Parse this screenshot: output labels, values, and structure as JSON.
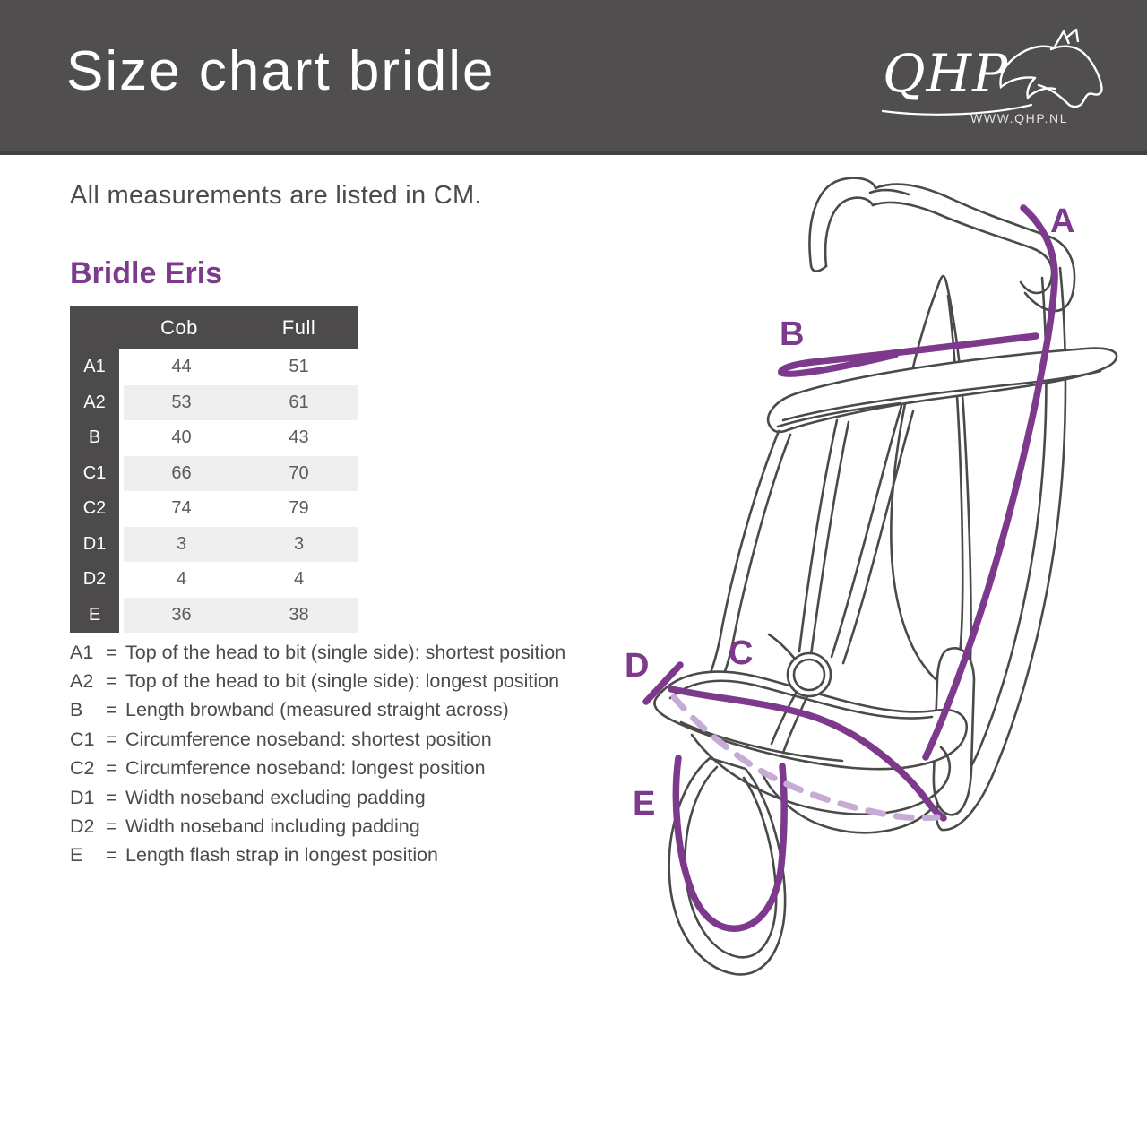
{
  "header": {
    "title": "Size chart bridle",
    "logo": {
      "brand": "QHP",
      "url": "WWW.QHP.NL"
    }
  },
  "intro": "All measurements are listed in CM.",
  "product": {
    "name": "Bridle Eris"
  },
  "table": {
    "columns": [
      "Cob",
      "Full"
    ],
    "rows": [
      {
        "label": "A1",
        "cob": "44",
        "full": "51"
      },
      {
        "label": "A2",
        "cob": "53",
        "full": "61"
      },
      {
        "label": "B",
        "cob": "40",
        "full": "43"
      },
      {
        "label": "C1",
        "cob": "66",
        "full": "70"
      },
      {
        "label": "C2",
        "cob": "74",
        "full": "79"
      },
      {
        "label": "D1",
        "cob": "3",
        "full": "3"
      },
      {
        "label": "D2",
        "cob": "4",
        "full": "4"
      },
      {
        "label": "E",
        "cob": "36",
        "full": "38"
      }
    ]
  },
  "legend": [
    {
      "key": "A1",
      "eq": "=",
      "text": "Top of the head to bit (single side): shortest position"
    },
    {
      "key": "A2",
      "eq": "=",
      "text": "Top of the head to bit (single side): longest position"
    },
    {
      "key": "B",
      "eq": "=",
      "text": "Length browband (measured straight across)"
    },
    {
      "key": "C1",
      "eq": "=",
      "text": "Circumference noseband: shortest position"
    },
    {
      "key": "C2",
      "eq": "=",
      "text": "Circumference noseband: longest position"
    },
    {
      "key": "D1",
      "eq": "=",
      "text": "Width noseband excluding padding"
    },
    {
      "key": "D2",
      "eq": "=",
      "text": "Width noseband including padding"
    },
    {
      "key": "E",
      "eq": "=",
      "text": "Length flash strap in longest position"
    }
  ],
  "diagram": {
    "labels": [
      {
        "id": "A",
        "text": "A"
      },
      {
        "id": "B",
        "text": "B"
      },
      {
        "id": "C",
        "text": "C"
      },
      {
        "id": "D",
        "text": "D"
      },
      {
        "id": "E",
        "text": "E"
      }
    ]
  },
  "colors": {
    "header_bg": "#514e4f",
    "accent_purple": "#7d3b8c",
    "diagram_purple": "#7d3a8d",
    "diagram_dashed": "#c6abd4",
    "row_alt": "#efeff0",
    "text": "#4c4b4b"
  }
}
